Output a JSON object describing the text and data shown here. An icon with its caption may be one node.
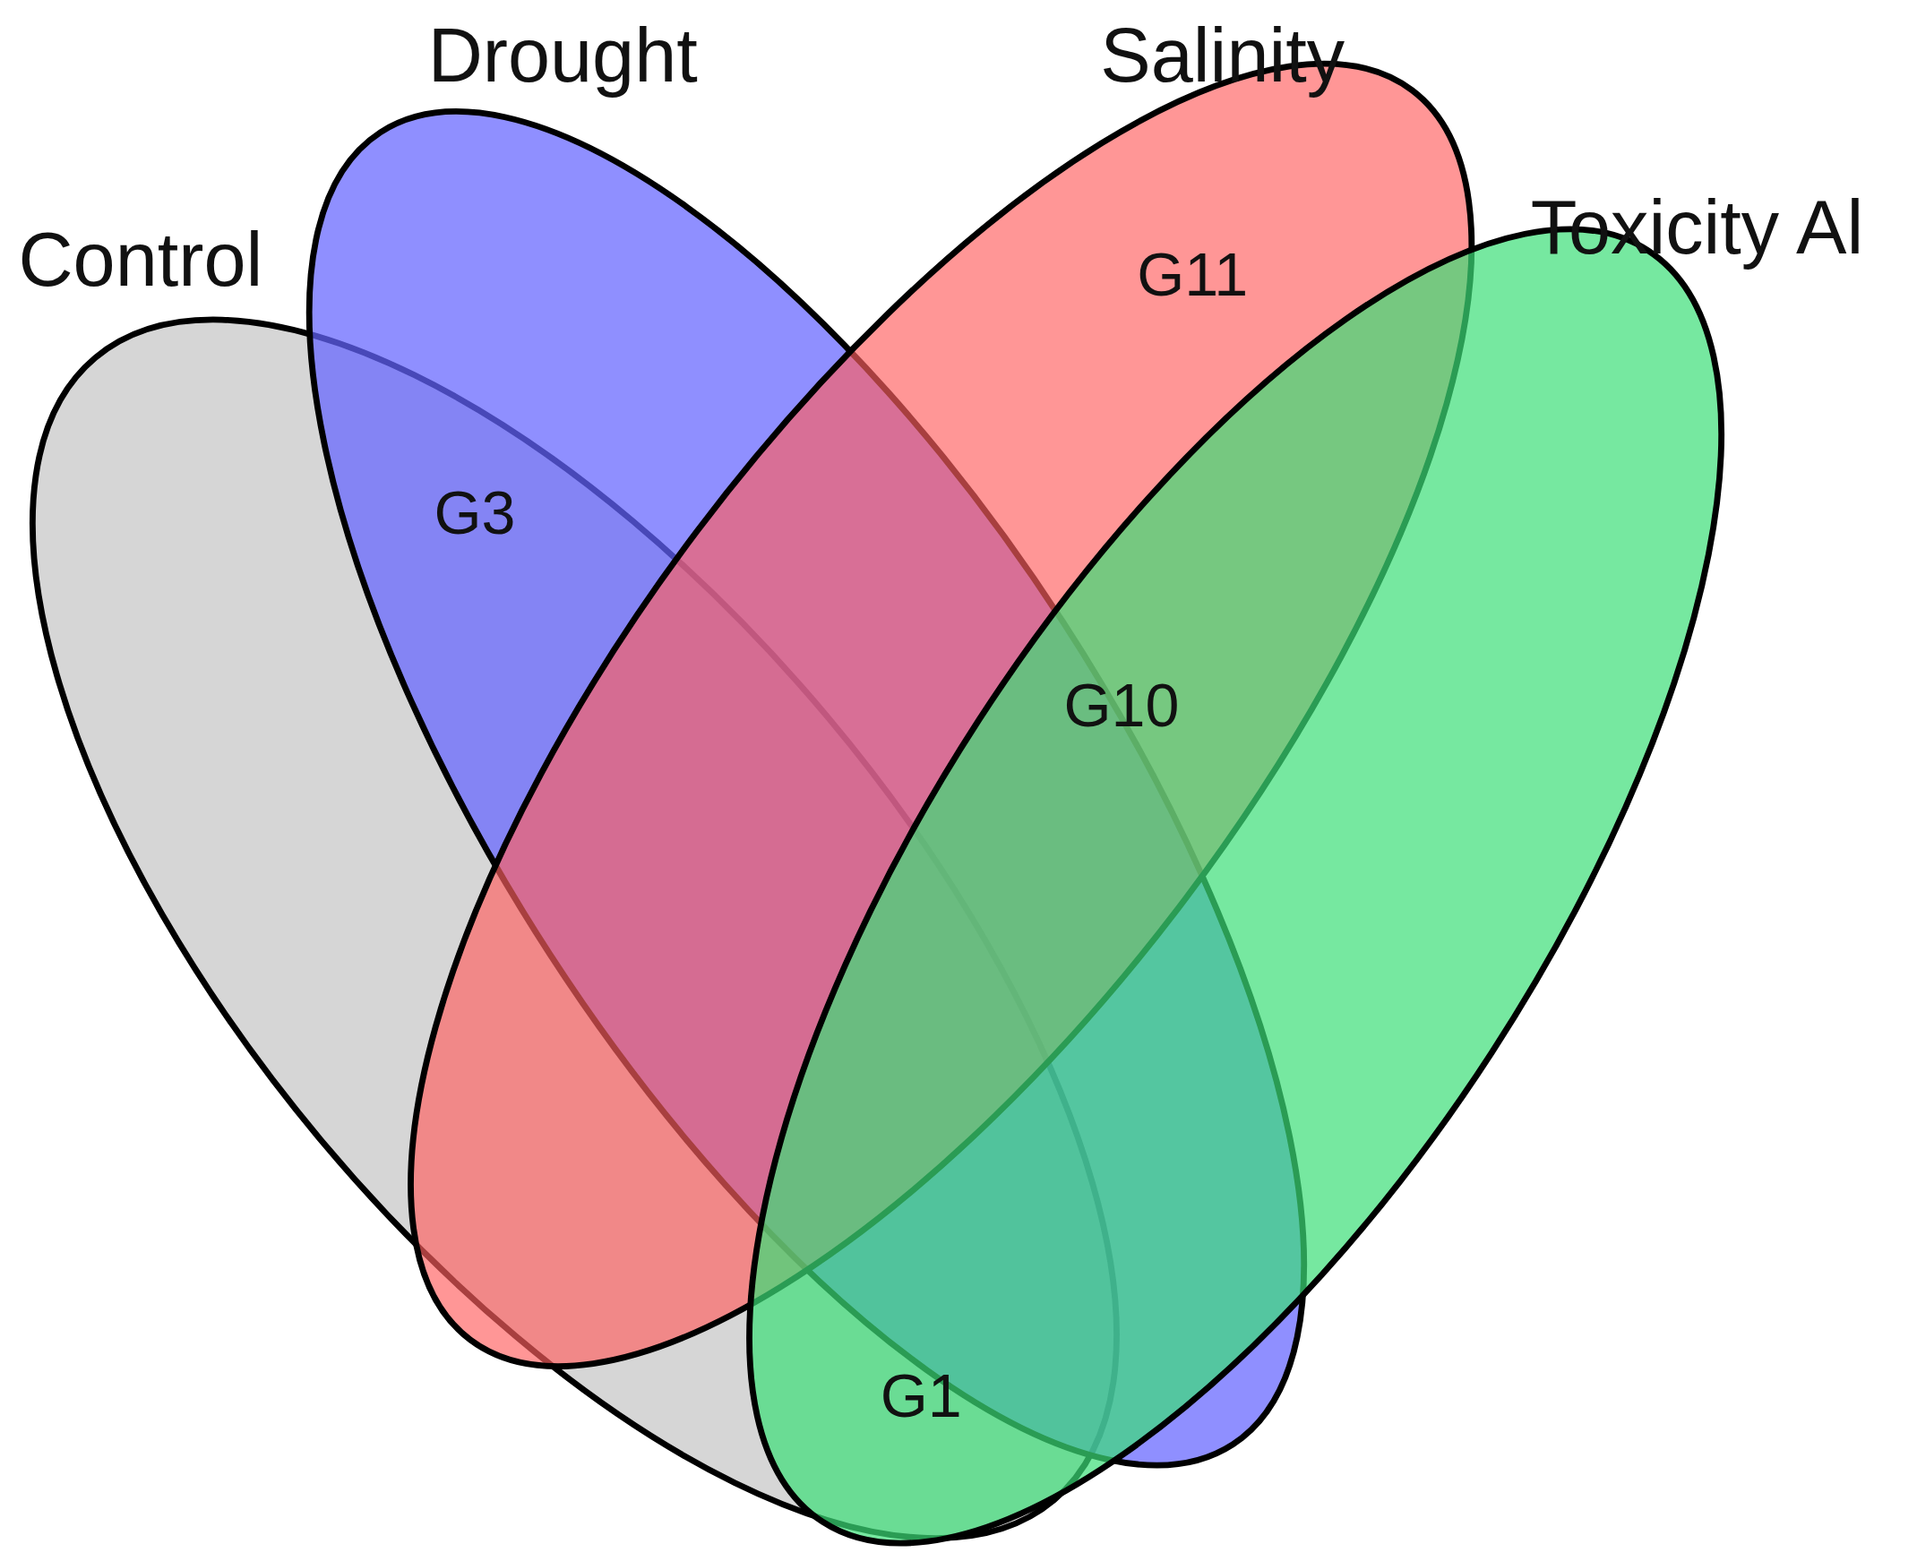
{
  "diagram": {
    "nodes": [
      {
        "text": [
          "Control"
        ]
      },
      {
        "text": [
          "Drought"
        ]
      },
      {
        "text": [
          "Salinity"
        ]
      },
      {
        "text": [
          "Toxicity Al"
        ]
      }
    ],
    "labels": [
      "G11",
      "G3",
      "G10",
      "G1"
    ]
  }
}
